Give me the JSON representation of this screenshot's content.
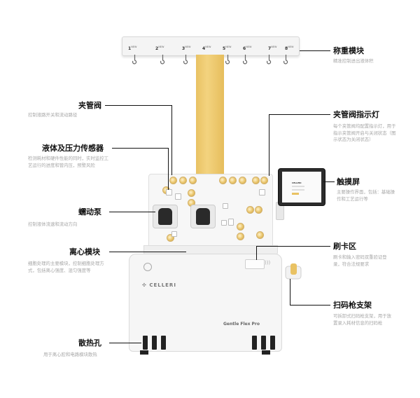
{
  "hanger": {
    "slots": [
      {
        "num": "1",
        "tag": "NEW"
      },
      {
        "num": "2",
        "tag": "NEW"
      },
      {
        "num": "3",
        "tag": "NEW"
      },
      {
        "num": "4",
        "tag": "NEW"
      },
      {
        "num": "5",
        "tag": "NEW"
      },
      {
        "num": "6",
        "tag": "NEW"
      },
      {
        "num": "7",
        "tag": "NEW"
      },
      {
        "num": "8",
        "tag": "NEW"
      }
    ]
  },
  "device": {
    "brand": "CELLERI",
    "model": "Gentle Flex Pro",
    "screen_label": "CELLERI"
  },
  "callouts": {
    "weighing": {
      "title": "称重模块",
      "desc": "精准控制进出液体积"
    },
    "pinch_valve": {
      "title": "夹管阀",
      "desc": "控制液路开关和流动路径"
    },
    "valve_indicator": {
      "title": "夹管阀指示灯",
      "desc": "每个夹管阀均配置指示灯，用于指示夹管阀开启与关闭状态（图示状态为关闭状态）"
    },
    "sensor": {
      "title": "液体及压力传感器",
      "desc": "检测耗材和硬件性能的同时，实时监控工艺运行的进度和管内压，预警风险"
    },
    "touchscreen": {
      "title": "触摸屏",
      "desc": "主要操作界面，包括：基础操作和工艺运行等"
    },
    "pump": {
      "title": "蠕动泵",
      "desc": "控制液体流速和流动方向"
    },
    "centrifuge": {
      "title": "离心模块",
      "desc": "细胞处理的主要模块，控制细胞处理方式，包括离心强度、混匀强度等"
    },
    "card": {
      "title": "刷卡区",
      "desc": "刷卡和输入密码双重验证登录，符合法规要求"
    },
    "scanner": {
      "title": "扫码枪支架",
      "desc": "可拆卸式扫码枪支架，用于放置录入耗材信息的扫码枪"
    },
    "vent": {
      "title": "散热孔",
      "desc": "用于离心腔和电路模块散热"
    }
  }
}
